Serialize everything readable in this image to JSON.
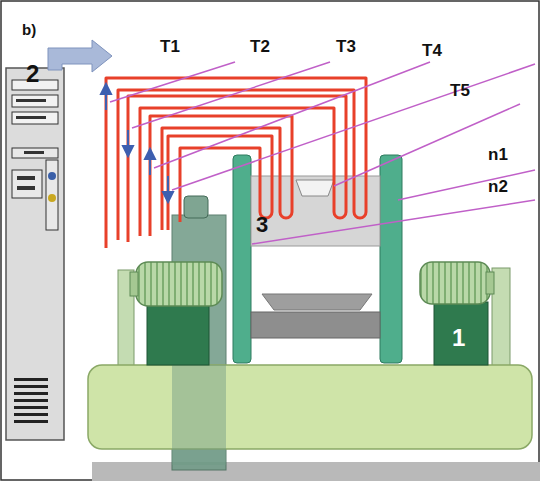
{
  "diagram": {
    "labels": [
      "b)",
      "2",
      "T1",
      "T2",
      "T3",
      "T4",
      "T5",
      "n1",
      "n2",
      "3",
      "1"
    ]
  }
}
